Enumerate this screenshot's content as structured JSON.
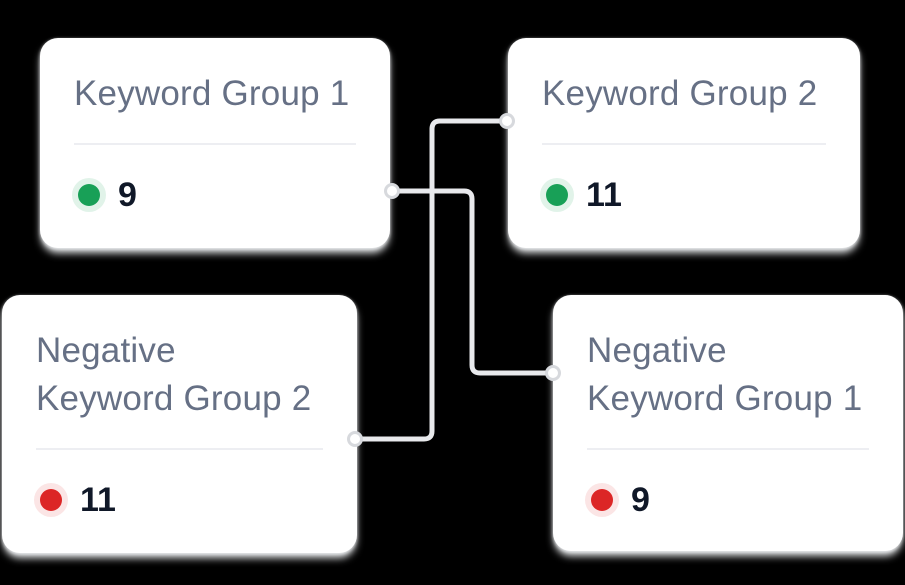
{
  "canvas": {
    "background": "#000000"
  },
  "colors": {
    "card_bg": "#ffffff",
    "title_text": "#667085",
    "count_text": "#101828",
    "divider": "#edeef2",
    "connector": "#e8e9ec",
    "port_fill": "#ffffff",
    "port_stroke": "#d7d9dd",
    "positive_dot": "#18A057",
    "negative_dot": "#DC2626"
  },
  "cards": [
    {
      "name": "keyword-group-1",
      "title": "Keyword Group 1",
      "count": "9",
      "dot": "green"
    },
    {
      "name": "keyword-group-2",
      "title": "Keyword Group 2",
      "count": "11",
      "dot": "green"
    },
    {
      "name": "negative-keyword-group-2",
      "title_line1": "Negative",
      "title_line2": "Keyword Group 2",
      "count": "11",
      "dot": "red"
    },
    {
      "name": "negative-keyword-group-1",
      "title_line1": "Negative",
      "title_line2": "Keyword Group 1",
      "count": "9",
      "dot": "red"
    }
  ],
  "connections": [
    {
      "from": "keyword-group-1",
      "to": "negative-keyword-group-1"
    },
    {
      "from": "keyword-group-2",
      "to": "negative-keyword-group-2"
    }
  ]
}
